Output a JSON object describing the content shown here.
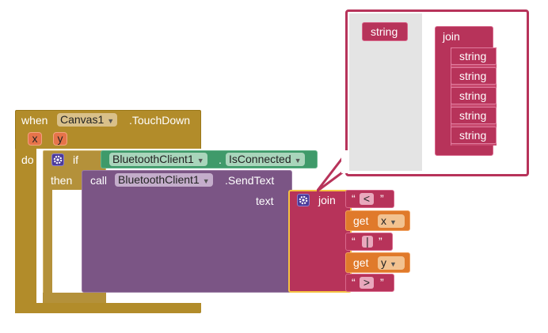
{
  "event": {
    "when": "when",
    "component": "Canvas1",
    "event_name": ".TouchDown",
    "params": [
      "x",
      "y"
    ],
    "do": "do"
  },
  "control": {
    "if": "if",
    "then": "then"
  },
  "condition": {
    "component": "BluetoothClient1",
    "separator": ".",
    "property": "IsConnected"
  },
  "call": {
    "call": "call",
    "component": "BluetoothClient1",
    "method": ".SendText",
    "arg": "text"
  },
  "join": {
    "label": "join",
    "items": [
      {
        "type": "text",
        "value": "<"
      },
      {
        "type": "get",
        "label": "get",
        "var": "x"
      },
      {
        "type": "text",
        "value": "|"
      },
      {
        "type": "get",
        "label": "get",
        "var": "y"
      },
      {
        "type": "text",
        "value": ">"
      }
    ]
  },
  "quote": {
    "open": "“",
    "close": "”"
  },
  "flyout": {
    "string_block": "string",
    "join_label": "join",
    "join_slots": [
      "string",
      "string",
      "string",
      "string",
      "string"
    ]
  },
  "colors": {
    "event": "#b28c2a",
    "bluetooth": "#3f9a6a",
    "call": "#7b5585",
    "text": "#b7335a",
    "variable": "#e07a2b"
  }
}
